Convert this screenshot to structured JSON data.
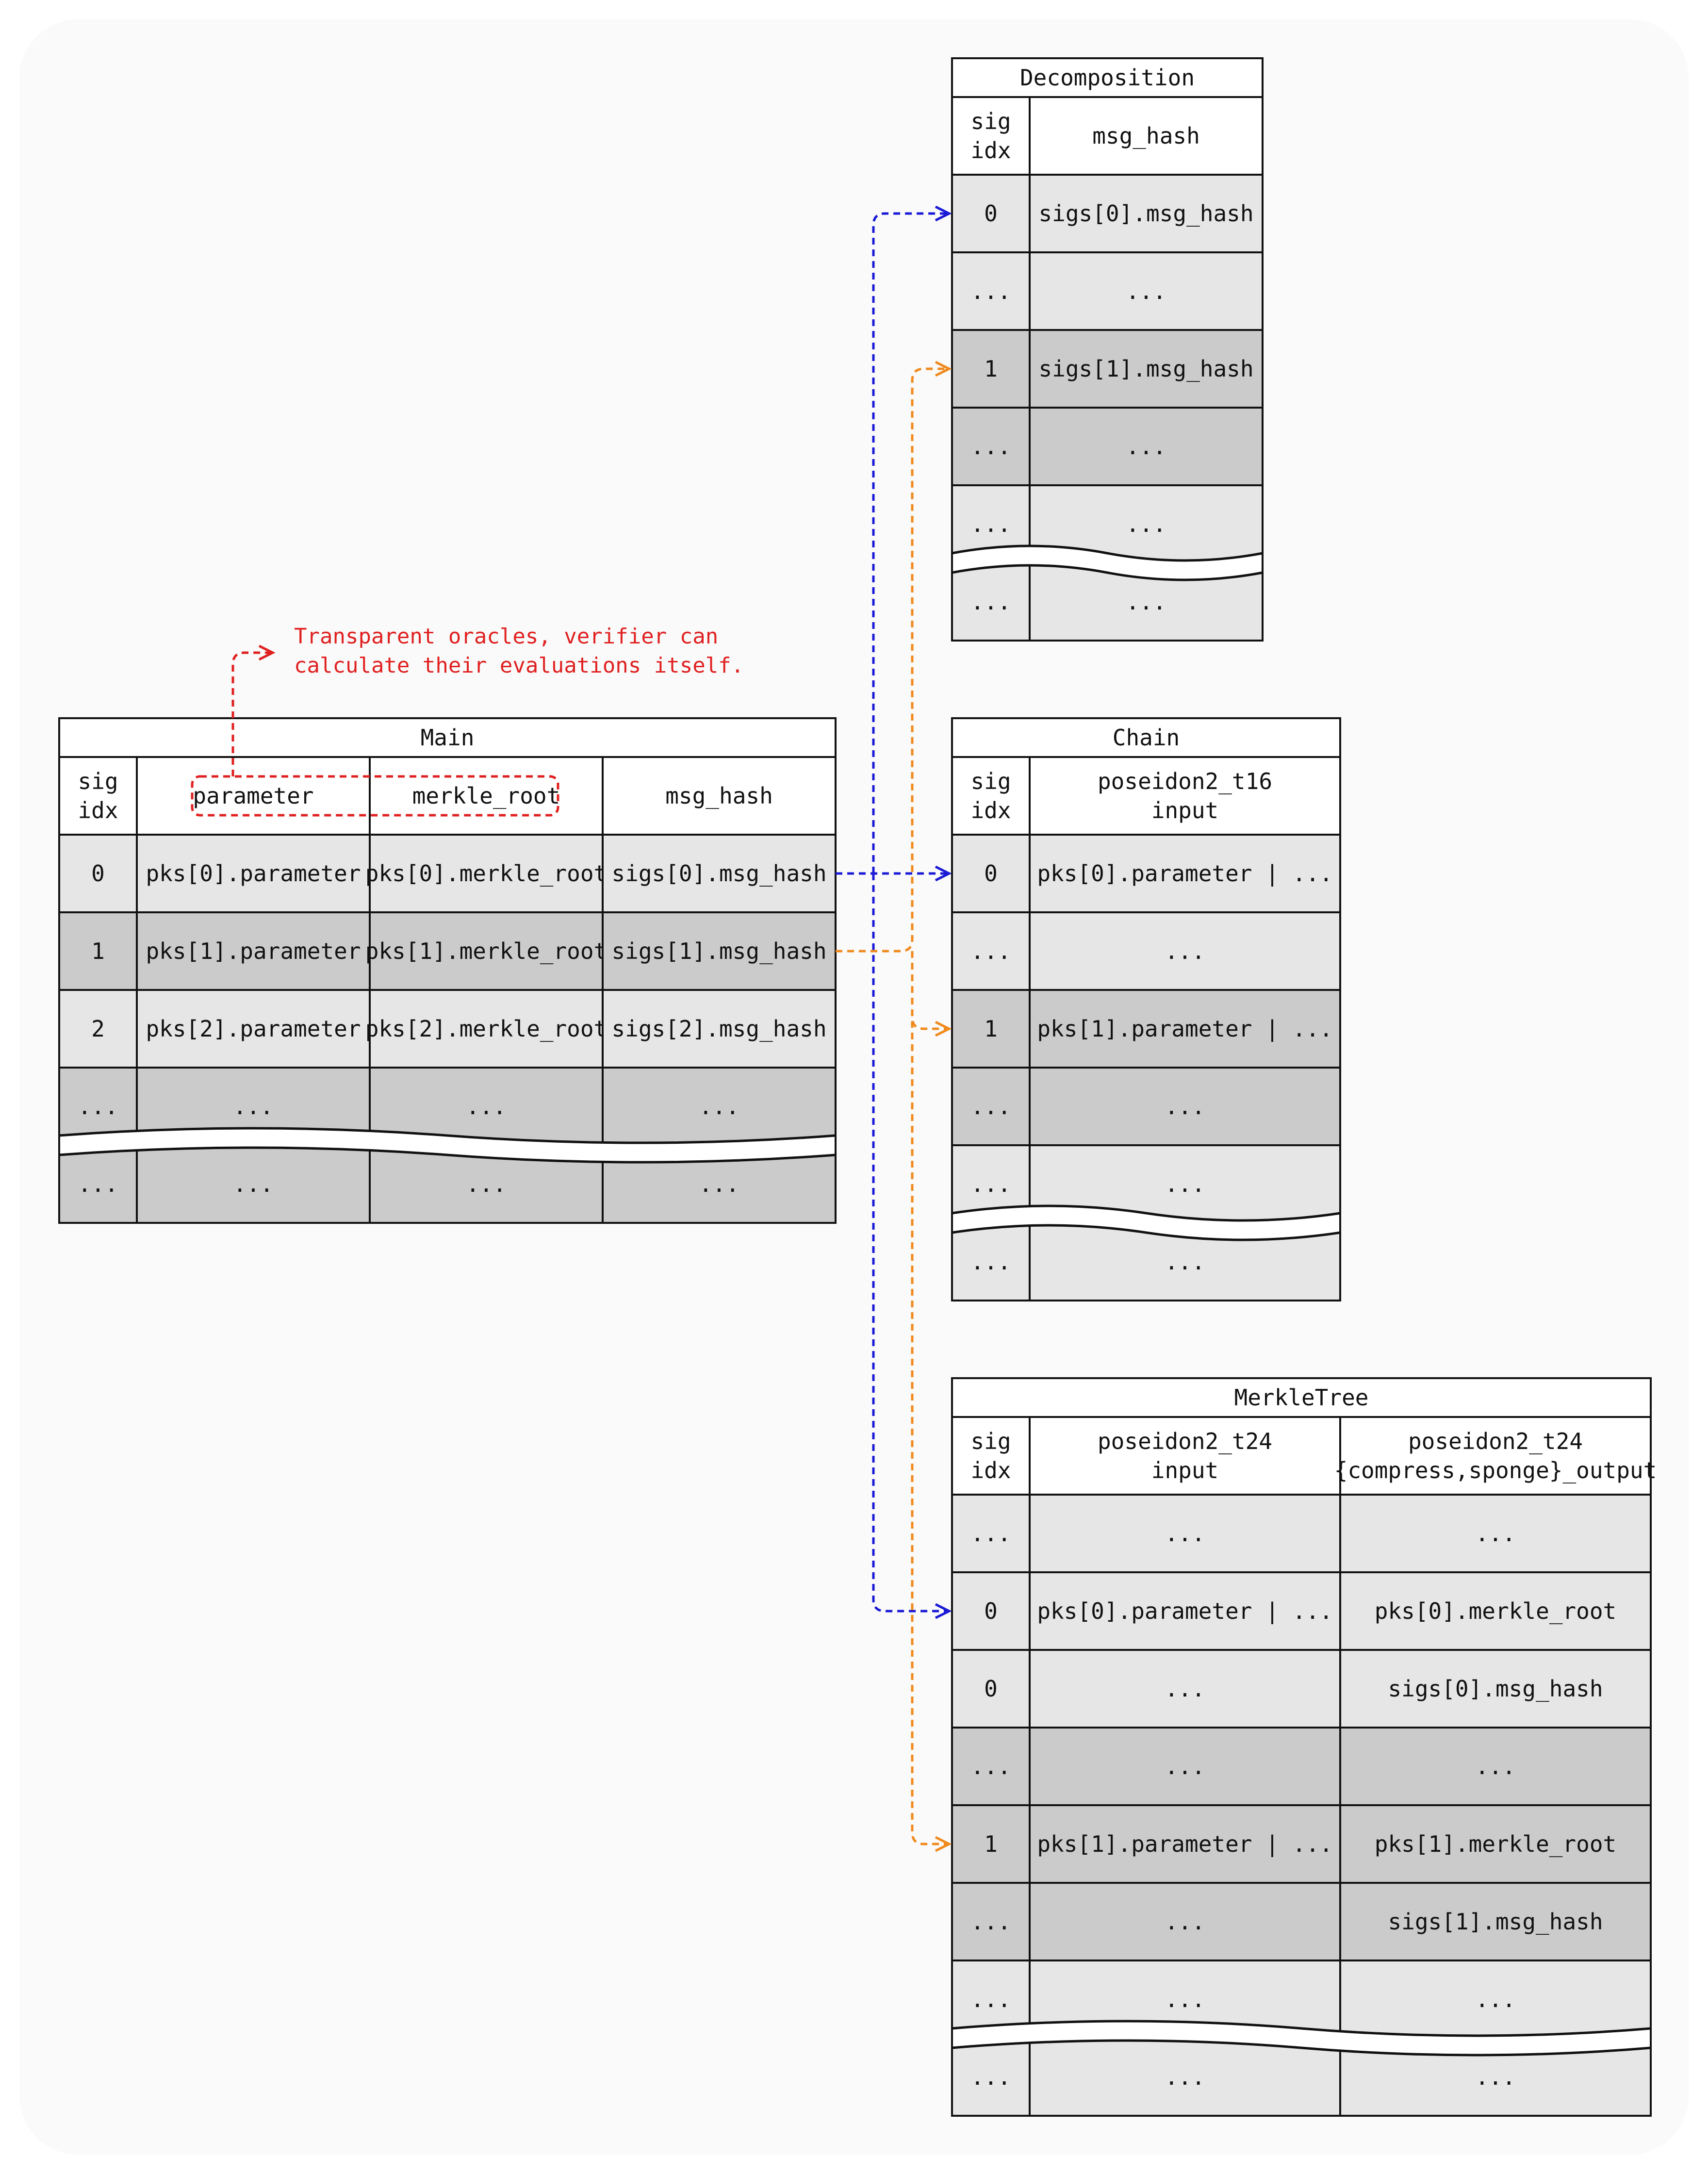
{
  "colors": {
    "row_light": "#e6e6e6",
    "row_dark": "#cbcbcb",
    "header_bg": "#ffffff",
    "border": "#111111",
    "arrow_blue": "#1a1ad6",
    "arrow_orange": "#f08a1e",
    "note_red": "#e02020"
  },
  "note": {
    "line1": "Transparent oracles, verifier can",
    "line2": "calculate their evaluations itself."
  },
  "tables": {
    "main": {
      "title": "Main",
      "headers": [
        [
          "sig",
          "idx"
        ],
        [
          "parameter"
        ],
        [
          "merkle_root"
        ],
        [
          "msg_hash"
        ]
      ],
      "rows": [
        {
          "shade": "light",
          "cells": [
            "0",
            "pks[0].parameter",
            "pks[0].merkle_root",
            "sigs[0].msg_hash"
          ]
        },
        {
          "shade": "dark",
          "cells": [
            "1",
            "pks[1].parameter",
            "pks[1].merkle_root",
            "sigs[1].msg_hash"
          ]
        },
        {
          "shade": "light",
          "cells": [
            "2",
            "pks[2].parameter",
            "pks[2].merkle_root",
            "sigs[2].msg_hash"
          ]
        },
        {
          "shade": "dark",
          "cells": [
            "...",
            "...",
            "...",
            "..."
          ]
        },
        {
          "shade": "dark",
          "cells": [
            "...",
            "...",
            "...",
            "..."
          ]
        }
      ]
    },
    "decomposition": {
      "title": "Decomposition",
      "headers": [
        [
          "sig",
          "idx"
        ],
        [
          "msg_hash"
        ]
      ],
      "rows": [
        {
          "shade": "light",
          "cells": [
            "0",
            "sigs[0].msg_hash"
          ]
        },
        {
          "shade": "light",
          "cells": [
            "...",
            "..."
          ]
        },
        {
          "shade": "dark",
          "cells": [
            "1",
            "sigs[1].msg_hash"
          ]
        },
        {
          "shade": "dark",
          "cells": [
            "...",
            "..."
          ]
        },
        {
          "shade": "light",
          "cells": [
            "...",
            "..."
          ]
        },
        {
          "shade": "light",
          "cells": [
            "...",
            "..."
          ]
        }
      ]
    },
    "chain": {
      "title": "Chain",
      "headers": [
        [
          "sig",
          "idx"
        ],
        [
          "poseidon2_t16",
          "input"
        ]
      ],
      "rows": [
        {
          "shade": "light",
          "cells": [
            "0",
            "pks[0].parameter | ..."
          ]
        },
        {
          "shade": "light",
          "cells": [
            "...",
            "..."
          ]
        },
        {
          "shade": "dark",
          "cells": [
            "1",
            "pks[1].parameter | ..."
          ]
        },
        {
          "shade": "dark",
          "cells": [
            "...",
            "..."
          ]
        },
        {
          "shade": "light",
          "cells": [
            "...",
            "..."
          ]
        },
        {
          "shade": "light",
          "cells": [
            "...",
            "..."
          ]
        }
      ]
    },
    "merkle": {
      "title": "MerkleTree",
      "headers": [
        [
          "sig",
          "idx"
        ],
        [
          "poseidon2_t24",
          "input"
        ],
        [
          "poseidon2_t24",
          "{compress,sponge}_output"
        ]
      ],
      "rows": [
        {
          "shade": "light",
          "cells": [
            "...",
            "...",
            "..."
          ]
        },
        {
          "shade": "light",
          "cells": [
            "0",
            "pks[0].parameter | ...",
            "pks[0].merkle_root"
          ]
        },
        {
          "shade": "light",
          "cells": [
            "0",
            "...",
            "sigs[0].msg_hash"
          ]
        },
        {
          "shade": "dark",
          "cells": [
            "...",
            "...",
            "..."
          ]
        },
        {
          "shade": "dark",
          "cells": [
            "1",
            "pks[1].parameter | ...",
            "pks[1].merkle_root"
          ]
        },
        {
          "shade": "dark",
          "cells": [
            "...",
            "...",
            "sigs[1].msg_hash"
          ]
        },
        {
          "shade": "light",
          "cells": [
            "...",
            "...",
            "..."
          ]
        },
        {
          "shade": "light",
          "cells": [
            "...",
            "...",
            "..."
          ]
        }
      ]
    }
  }
}
